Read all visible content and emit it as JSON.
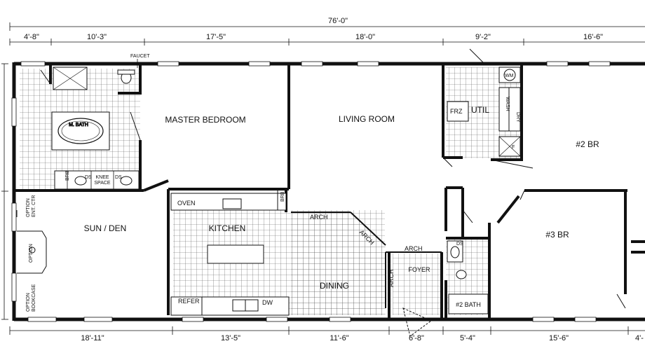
{
  "overall": {
    "width_label": "76'-0\""
  },
  "top_dims": [
    "4'-8\"",
    "10'-3\"",
    "17'-5\"",
    "18'-0\"",
    "9'-2\"",
    "16'-6\""
  ],
  "bottom_dims": [
    "18'-11\"",
    "13'-5\"",
    "11'-6\"",
    "6'-8\"",
    "5'-4\"",
    "15'-6\"",
    "4'-"
  ],
  "rooms": {
    "master_bedroom": "MASTER BEDROOM",
    "living_room": "LIVING ROOM",
    "util": "UTIL",
    "br2": "#2 BR",
    "sun_den": "SUN / DEN",
    "kitchen": "KITCHEN",
    "dining": "DINING",
    "foyer": "FOYER",
    "br3": "#3 BR",
    "bath2": "#2 BATH",
    "m_bath": "M. BATH"
  },
  "fixtures": {
    "faucet": "FAUCET",
    "brb": "BRB",
    "ds": "DS",
    "knee_space": [
      "KNEE",
      "SPACE"
    ],
    "frz": "FRZ",
    "wm": "WM",
    "wash": "WASH",
    "dry": "DRY",
    "oven": "OVEN",
    "refer": "REFER",
    "dw": "DW",
    "arch": "ARCH",
    "option_ent_ctr": [
      "OPTION",
      "ENT. CTR"
    ],
    "option": "OPTION",
    "option_bookcase": [
      "OPTION",
      "BOOKCASE"
    ],
    "f": "F"
  }
}
